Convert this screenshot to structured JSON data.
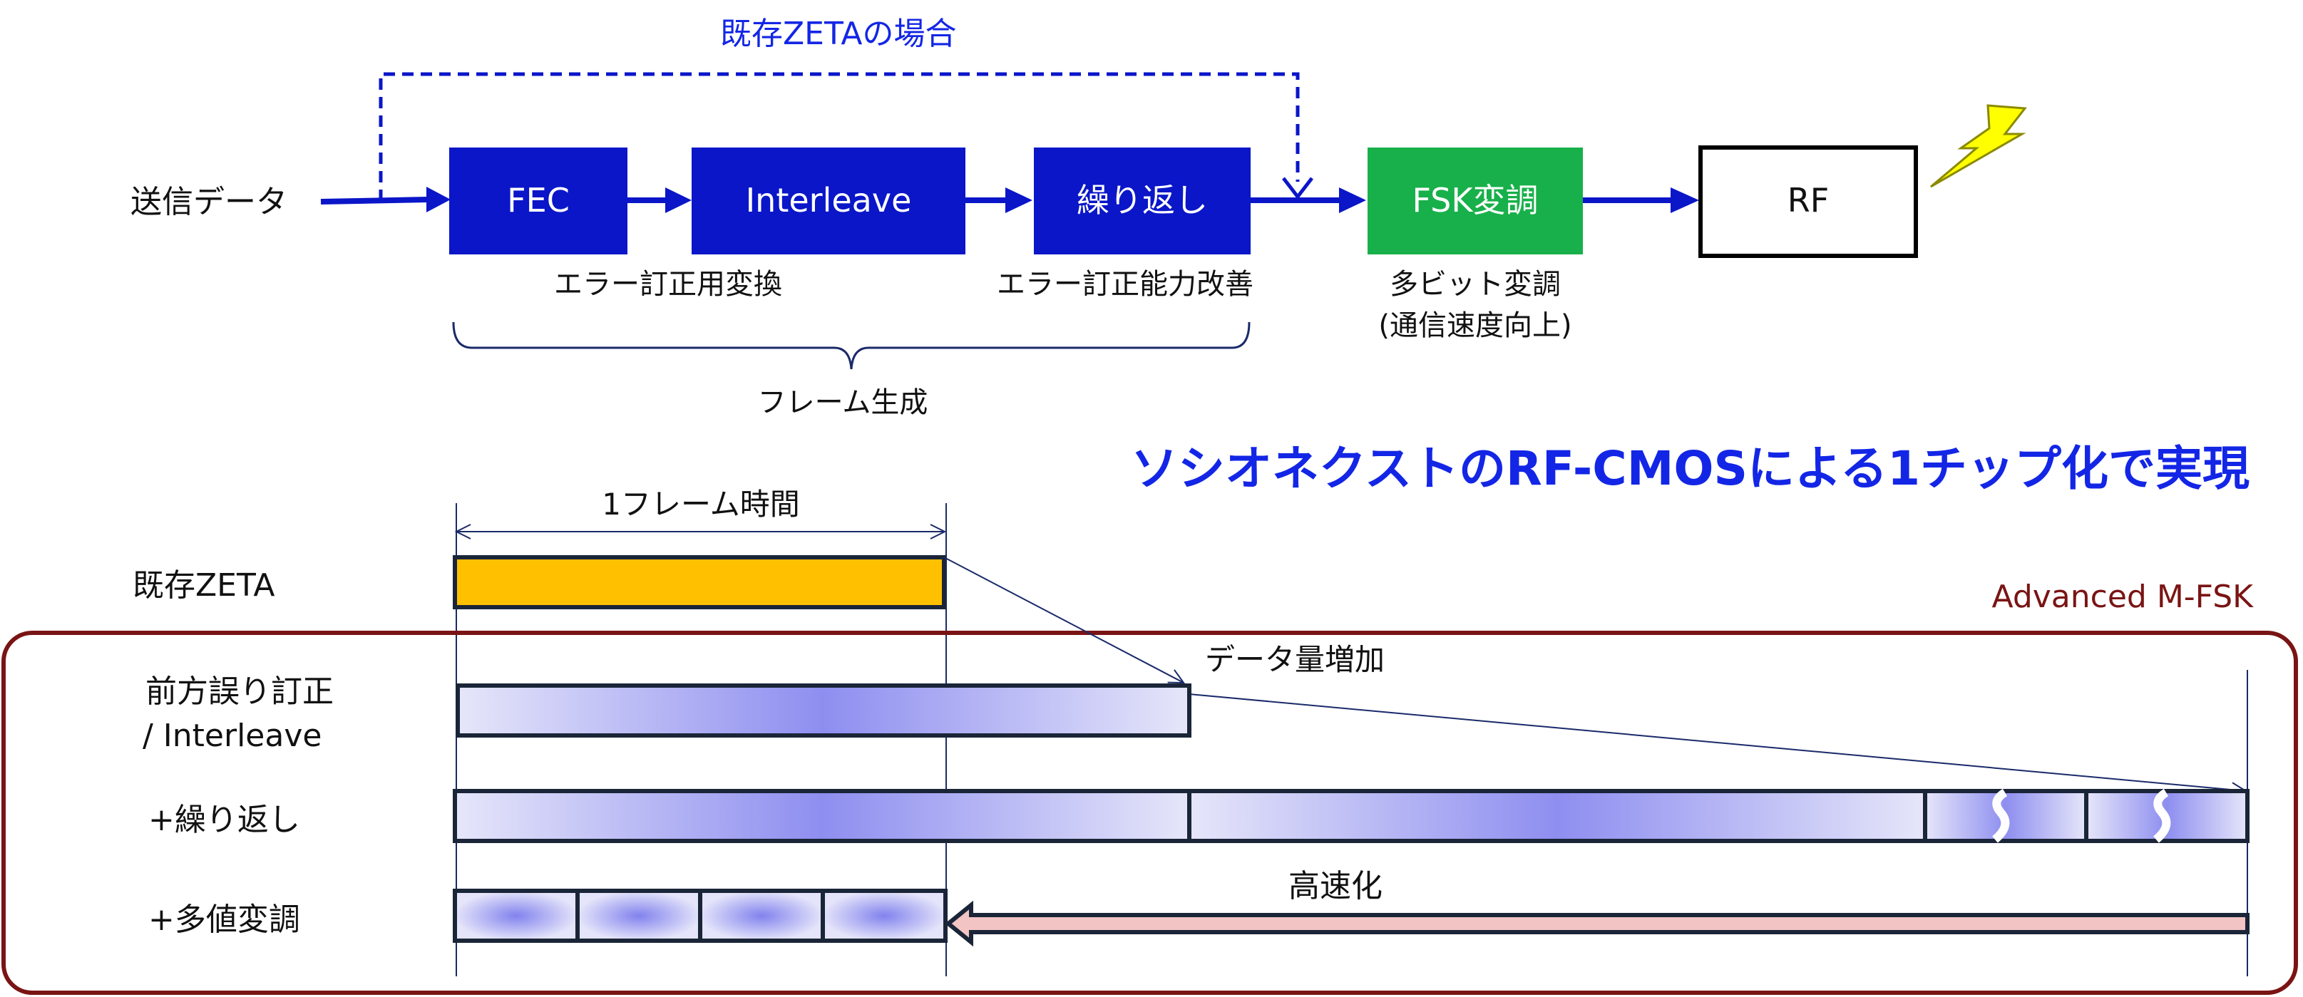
{
  "pipeline": {
    "input_label": "送信データ",
    "existing_path_label": "既存ZETAの場合",
    "blocks": {
      "fec": "FEC",
      "interleave": "Interleave",
      "repeat": "繰り返し",
      "fsk": "FSK変調",
      "rf": "RF"
    },
    "fec_caption": "エラー訂正用変換",
    "repeat_caption": "エラー訂正能力改善",
    "fsk_caption_1": "多ビット変調",
    "fsk_caption_2": "(通信速度向上)",
    "frame_caption": "フレーム生成"
  },
  "headline": "ソシオネクストのRF-CMOSによる1チップ化で実現",
  "timing": {
    "frame_time_label": "1フレーム時間",
    "advanced_label": "Advanced M-FSK",
    "rows": {
      "existing": "既存ZETA",
      "fec_line1": "前方誤り訂正",
      "fec_line2": "/ Interleave",
      "repeat": "+繰り返し",
      "multilevel": "+多値変調"
    },
    "data_increase_label": "データ量増加",
    "speedup_label": "高速化"
  },
  "colors": {
    "block_blue": "#0a16c8",
    "fsk_green": "#18b04a",
    "headline_blue": "#1326e6",
    "existing_bar": "#ffc000",
    "frame_border": "#7a1414",
    "lightning": "#ffff00"
  }
}
